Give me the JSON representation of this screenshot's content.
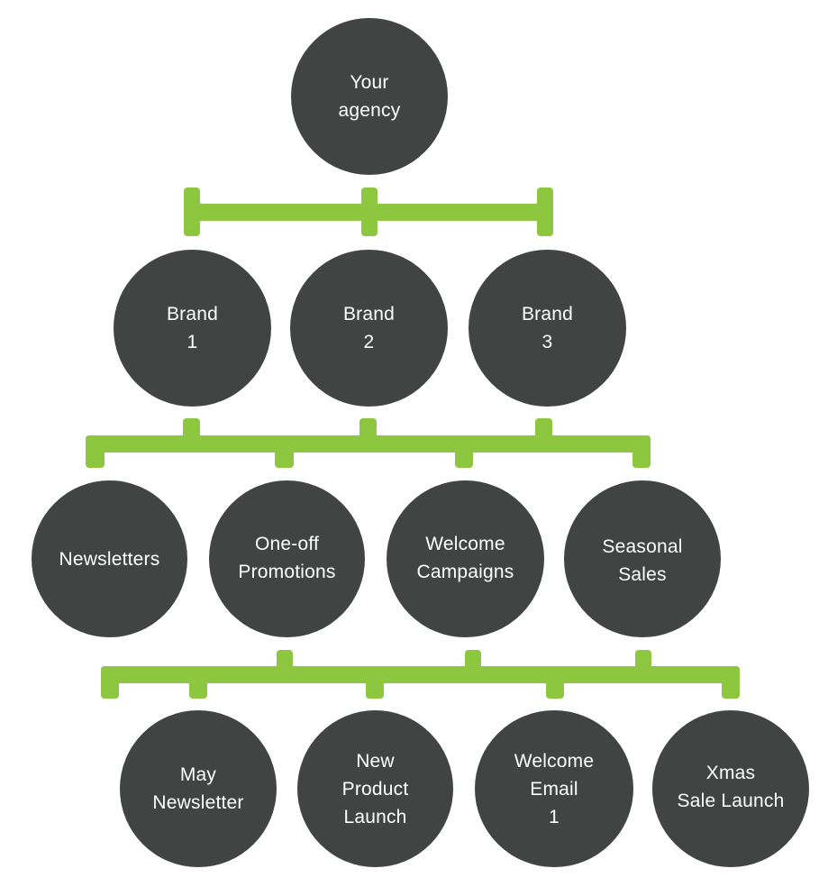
{
  "colors": {
    "node_fill": "#424443",
    "connector": "#8DC63F",
    "text": "#FFFFFF",
    "background": "#FFFFFF"
  },
  "diagram": {
    "type": "hierarchy",
    "levels": [
      {
        "name": "agency",
        "nodes": [
          {
            "id": "your-agency",
            "label": "Your\nagency"
          }
        ]
      },
      {
        "name": "brands",
        "nodes": [
          {
            "id": "brand-1",
            "label": "Brand\n1"
          },
          {
            "id": "brand-2",
            "label": "Brand\n2"
          },
          {
            "id": "brand-3",
            "label": "Brand\n3"
          }
        ]
      },
      {
        "name": "campaign-types",
        "nodes": [
          {
            "id": "newsletters",
            "label": "Newsletters"
          },
          {
            "id": "one-off-promotions",
            "label": "One-off\nPromotions"
          },
          {
            "id": "welcome-campaigns",
            "label": "Welcome\nCampaigns"
          },
          {
            "id": "seasonal-sales",
            "label": "Seasonal\nSales"
          }
        ]
      },
      {
        "name": "campaigns",
        "nodes": [
          {
            "id": "may-newsletter",
            "label": "May\nNewsletter"
          },
          {
            "id": "new-product-launch",
            "label": "New\nProduct\nLaunch"
          },
          {
            "id": "welcome-email-1",
            "label": "Welcome\nEmail\n1"
          },
          {
            "id": "xmas-sale-launch",
            "label": "Xmas\nSale Launch"
          }
        ]
      }
    ],
    "connectors": [
      {
        "from_level": "agency",
        "to_level": "brands"
      },
      {
        "from_level": "brands",
        "to_level": "campaign-types"
      },
      {
        "from_level": "campaign-types",
        "to_level": "campaigns"
      }
    ]
  }
}
